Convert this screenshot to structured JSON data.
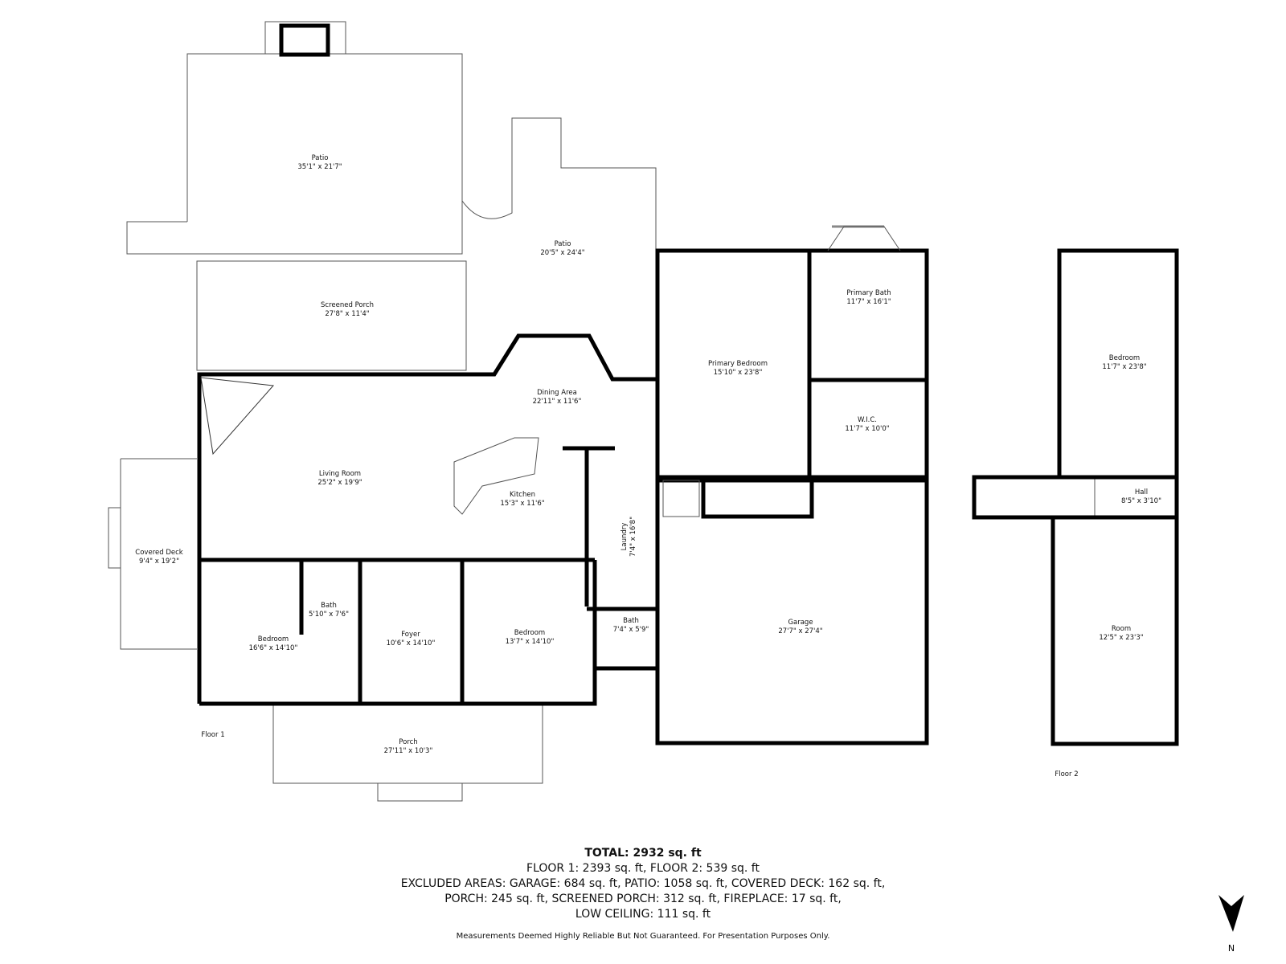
{
  "floors": {
    "floor1": "Floor 1",
    "floor2": "Floor 2"
  },
  "rooms": {
    "patio_west": {
      "name": "Patio",
      "dims": "35'1\" x 21'7\""
    },
    "patio_east": {
      "name": "Patio",
      "dims": "20'5\" x 24'4\""
    },
    "screened_porch": {
      "name": "Screened Porch",
      "dims": "27'8\" x 11'4\""
    },
    "dining": {
      "name": "Dining Area",
      "dims": "22'11\" x 11'6\""
    },
    "primary_bedroom": {
      "name": "Primary Bedroom",
      "dims": "15'10\" x 23'8\""
    },
    "primary_bath": {
      "name": "Primary Bath",
      "dims": "11'7\" x 16'1\""
    },
    "wic": {
      "name": "W.I.C.",
      "dims": "11'7\" x 10'0\""
    },
    "living": {
      "name": "Living Room",
      "dims": "25'2\" x 19'9\""
    },
    "kitchen": {
      "name": "Kitchen",
      "dims": "15'3\" x 11'6\""
    },
    "laundry": {
      "name": "Laundry",
      "dims": "7'4\" x 16'8\""
    },
    "covered_deck": {
      "name": "Covered Deck",
      "dims": "9'4\" x 19'2\""
    },
    "bath_1": {
      "name": "Bath",
      "dims": "5'10\" x 7'6\""
    },
    "bedroom_west": {
      "name": "Bedroom",
      "dims": "16'6\" x 14'10\""
    },
    "foyer": {
      "name": "Foyer",
      "dims": "10'6\" x 14'10\""
    },
    "bedroom_mid": {
      "name": "Bedroom",
      "dims": "13'7\" x 14'10\""
    },
    "bath_2": {
      "name": "Bath",
      "dims": "7'4\" x 5'9\""
    },
    "garage": {
      "name": "Garage",
      "dims": "27'7\" x 27'4\""
    },
    "porch": {
      "name": "Porch",
      "dims": "27'11\" x 10'3\""
    },
    "f2_bedroom": {
      "name": "Bedroom",
      "dims": "11'7\" x 23'8\""
    },
    "f2_hall": {
      "name": "Hall",
      "dims": "8'5\" x 3'10\""
    },
    "f2_room": {
      "name": "Room",
      "dims": "12'5\" x 23'3\""
    }
  },
  "summary": {
    "total": "TOTAL: 2932 sq. ft",
    "floors": "FLOOR 1: 2393 sq. ft, FLOOR 2: 539 sq. ft",
    "excluded_1": "EXCLUDED AREAS: GARAGE: 684 sq. ft, PATIO: 1058 sq. ft, COVERED DECK: 162 sq. ft,",
    "excluded_2": "PORCH: 245 sq. ft, SCREENED PORCH: 312 sq. ft, FIREPLACE: 17 sq. ft,",
    "excluded_3": "LOW CEILING: 111 sq. ft"
  },
  "disclaimer": "Measurements Deemed Highly Reliable But Not Guaranteed. For Presentation Purposes Only.",
  "compass": {
    "label": "N",
    "icon": "north-arrow-icon"
  }
}
